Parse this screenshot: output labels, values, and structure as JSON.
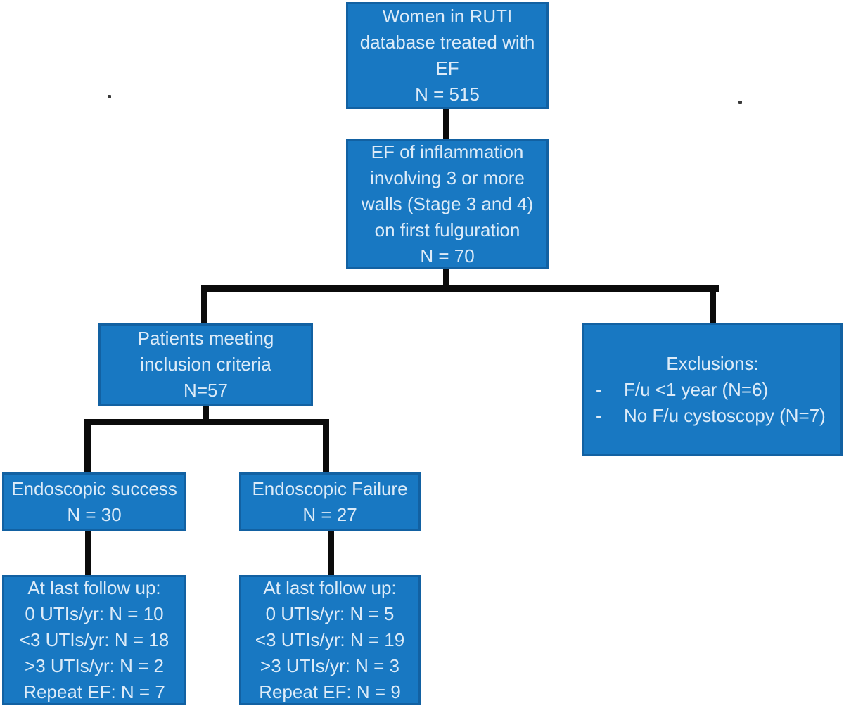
{
  "diagram": {
    "title": "RUTI fulguration outcomes flowchart",
    "colors": {
      "box_fill": "#1878c2",
      "box_border": "#1261a2",
      "text": "#dcebf8",
      "connector": "#0b0b0b",
      "background": "#ffffff"
    },
    "boxes": {
      "root": {
        "lines": [
          "Women in RUTI",
          "database treated with",
          "EF",
          "N = 515"
        ]
      },
      "stage": {
        "lines": [
          "EF of inflammation",
          "involving 3 or more",
          "walls (Stage 3 and 4)",
          "on first fulguration",
          "N = 70"
        ]
      },
      "inclusion": {
        "lines": [
          "Patients meeting",
          "inclusion criteria",
          "N=57"
        ]
      },
      "exclusions": {
        "title": "Exclusions:",
        "bullet": "-",
        "items": [
          "F/u <1 year (N=6)",
          "No F/u cystoscopy (N=7)"
        ]
      },
      "success": {
        "lines": [
          "Endoscopic success",
          "N = 30"
        ]
      },
      "failure": {
        "lines": [
          "Endoscopic Failure",
          "N = 27"
        ]
      },
      "success_followup": {
        "lines": [
          "At last follow up:",
          "0 UTIs/yr: N = 10",
          "<3 UTIs/yr: N = 18",
          ">3 UTIs/yr: N = 2",
          "Repeat EF: N = 7"
        ]
      },
      "failure_followup": {
        "lines": [
          "At last follow up:",
          "0 UTIs/yr: N = 5",
          "<3 UTIs/yr: N = 19",
          ">3 UTIs/yr: N = 3",
          "Repeat EF: N = 9"
        ]
      }
    }
  }
}
